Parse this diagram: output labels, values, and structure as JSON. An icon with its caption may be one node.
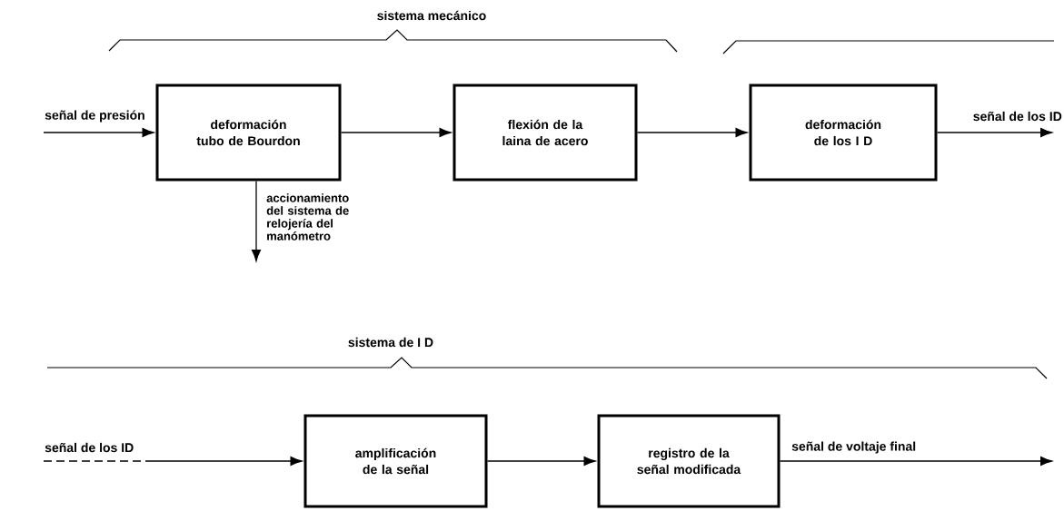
{
  "diagram": {
    "nodes": [
      {
        "text": [
          "deformación tubo de Bourdon"
        ]
      },
      {
        "text": [
          "flexión de la laina de acero"
        ]
      },
      {
        "text": [
          "deformación de los I D"
        ]
      },
      {
        "text": [
          "amplificación de la señal"
        ]
      },
      {
        "text": [
          "registro de la señal modificada"
        ]
      }
    ],
    "edges": [
      {
        "from": null,
        "to": 0,
        "arrow": "to",
        "label": "señal de presión"
      },
      {
        "from": 0,
        "to": 1,
        "arrow": "to"
      },
      {
        "from": 1,
        "to": 2,
        "arrow": "to"
      },
      {
        "from": 2,
        "to": null,
        "arrow": "to",
        "label": "señal de los ID"
      },
      {
        "from": 0,
        "to": null,
        "arrow": "to",
        "label": "accionamiento del sistema de relojería del manómetro"
      },
      {
        "from": null,
        "to": 3,
        "arrow": "to",
        "label": "señal de los ID",
        "style": "dashed"
      },
      {
        "from": 3,
        "to": 4,
        "arrow": "to"
      },
      {
        "from": 4,
        "to": null,
        "arrow": "to",
        "label": "señal de voltaje final"
      }
    ],
    "labels": [
      "sistema mecánico",
      "sistema de I D"
    ]
  }
}
